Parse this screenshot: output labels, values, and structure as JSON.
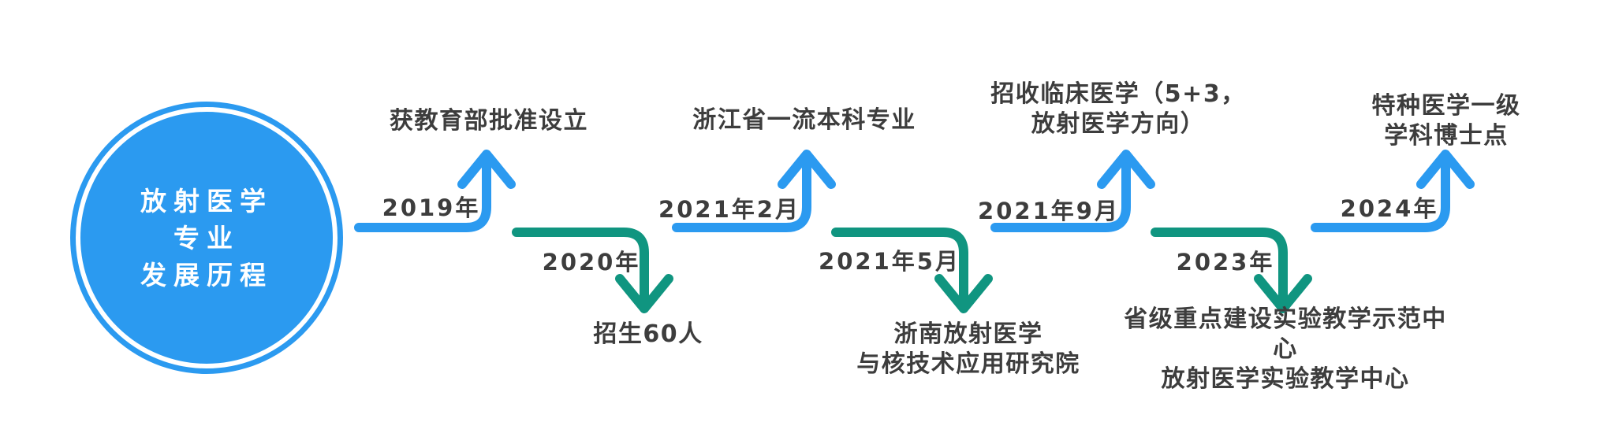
{
  "title_circle": {
    "lines": [
      "放射医学",
      "专业",
      "发展历程"
    ]
  },
  "colors": {
    "blue": "#2b9af0",
    "green": "#109580",
    "text": "#3d3d3d",
    "circle_text": "#ffffff"
  },
  "events": [
    {
      "year": "2019年",
      "caption": "获教育部批准设立",
      "direction": "up",
      "color": "blue"
    },
    {
      "year": "2020年",
      "caption": "招生60人",
      "direction": "down",
      "color": "green"
    },
    {
      "year": "2021年2月",
      "caption": "浙江省一流本科专业",
      "direction": "up",
      "color": "blue"
    },
    {
      "year": "2021年5月",
      "caption": "浙南放射医学\n与核技术应用研究院",
      "direction": "down",
      "color": "green"
    },
    {
      "year": "2021年9月",
      "caption": "招收临床医学（5+3，\n放射医学方向）",
      "direction": "up",
      "color": "blue"
    },
    {
      "year": "2023年",
      "caption": "省级重点建设实验教学示范中心\n放射医学实验教学中心",
      "direction": "down",
      "color": "green"
    },
    {
      "year": "2024年",
      "caption": "特种医学一级学科博士点",
      "direction": "up",
      "color": "blue"
    }
  ]
}
